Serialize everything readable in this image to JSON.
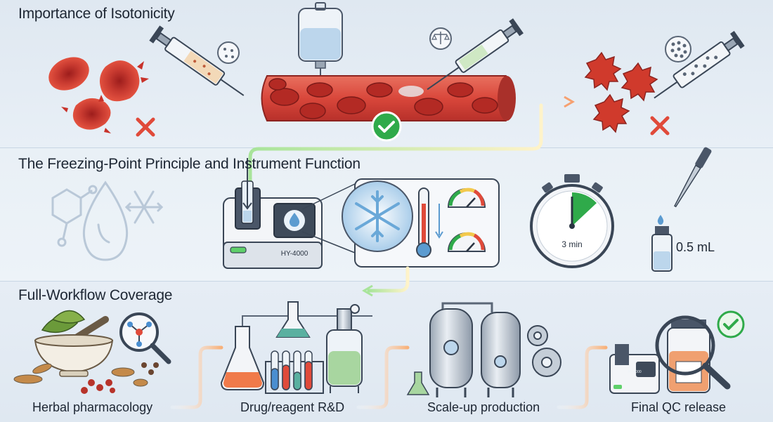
{
  "sections": {
    "isotonicity": {
      "title": "Importance of Isotonicity"
    },
    "freezing": {
      "title": "The Freezing-Point Principle and Instrument Function"
    },
    "workflow": {
      "title": "Full-Workflow Coverage"
    }
  },
  "instrument": {
    "model": "HY-4000"
  },
  "timer": {
    "label": "3 min",
    "elapsed_fraction": 0.13
  },
  "sample": {
    "volume": "0.5 mL"
  },
  "workflow": {
    "stages": [
      {
        "label": "Herbal pharmacology"
      },
      {
        "label": "Drug/reagent R&D"
      },
      {
        "label": "Scale-up production"
      },
      {
        "label": "Final QC release"
      }
    ]
  },
  "colors": {
    "blood_red": "#c8322a",
    "success_green": "#2faa4a",
    "error_red": "#e04a3a",
    "arrow_glow": "#f6c28a"
  }
}
